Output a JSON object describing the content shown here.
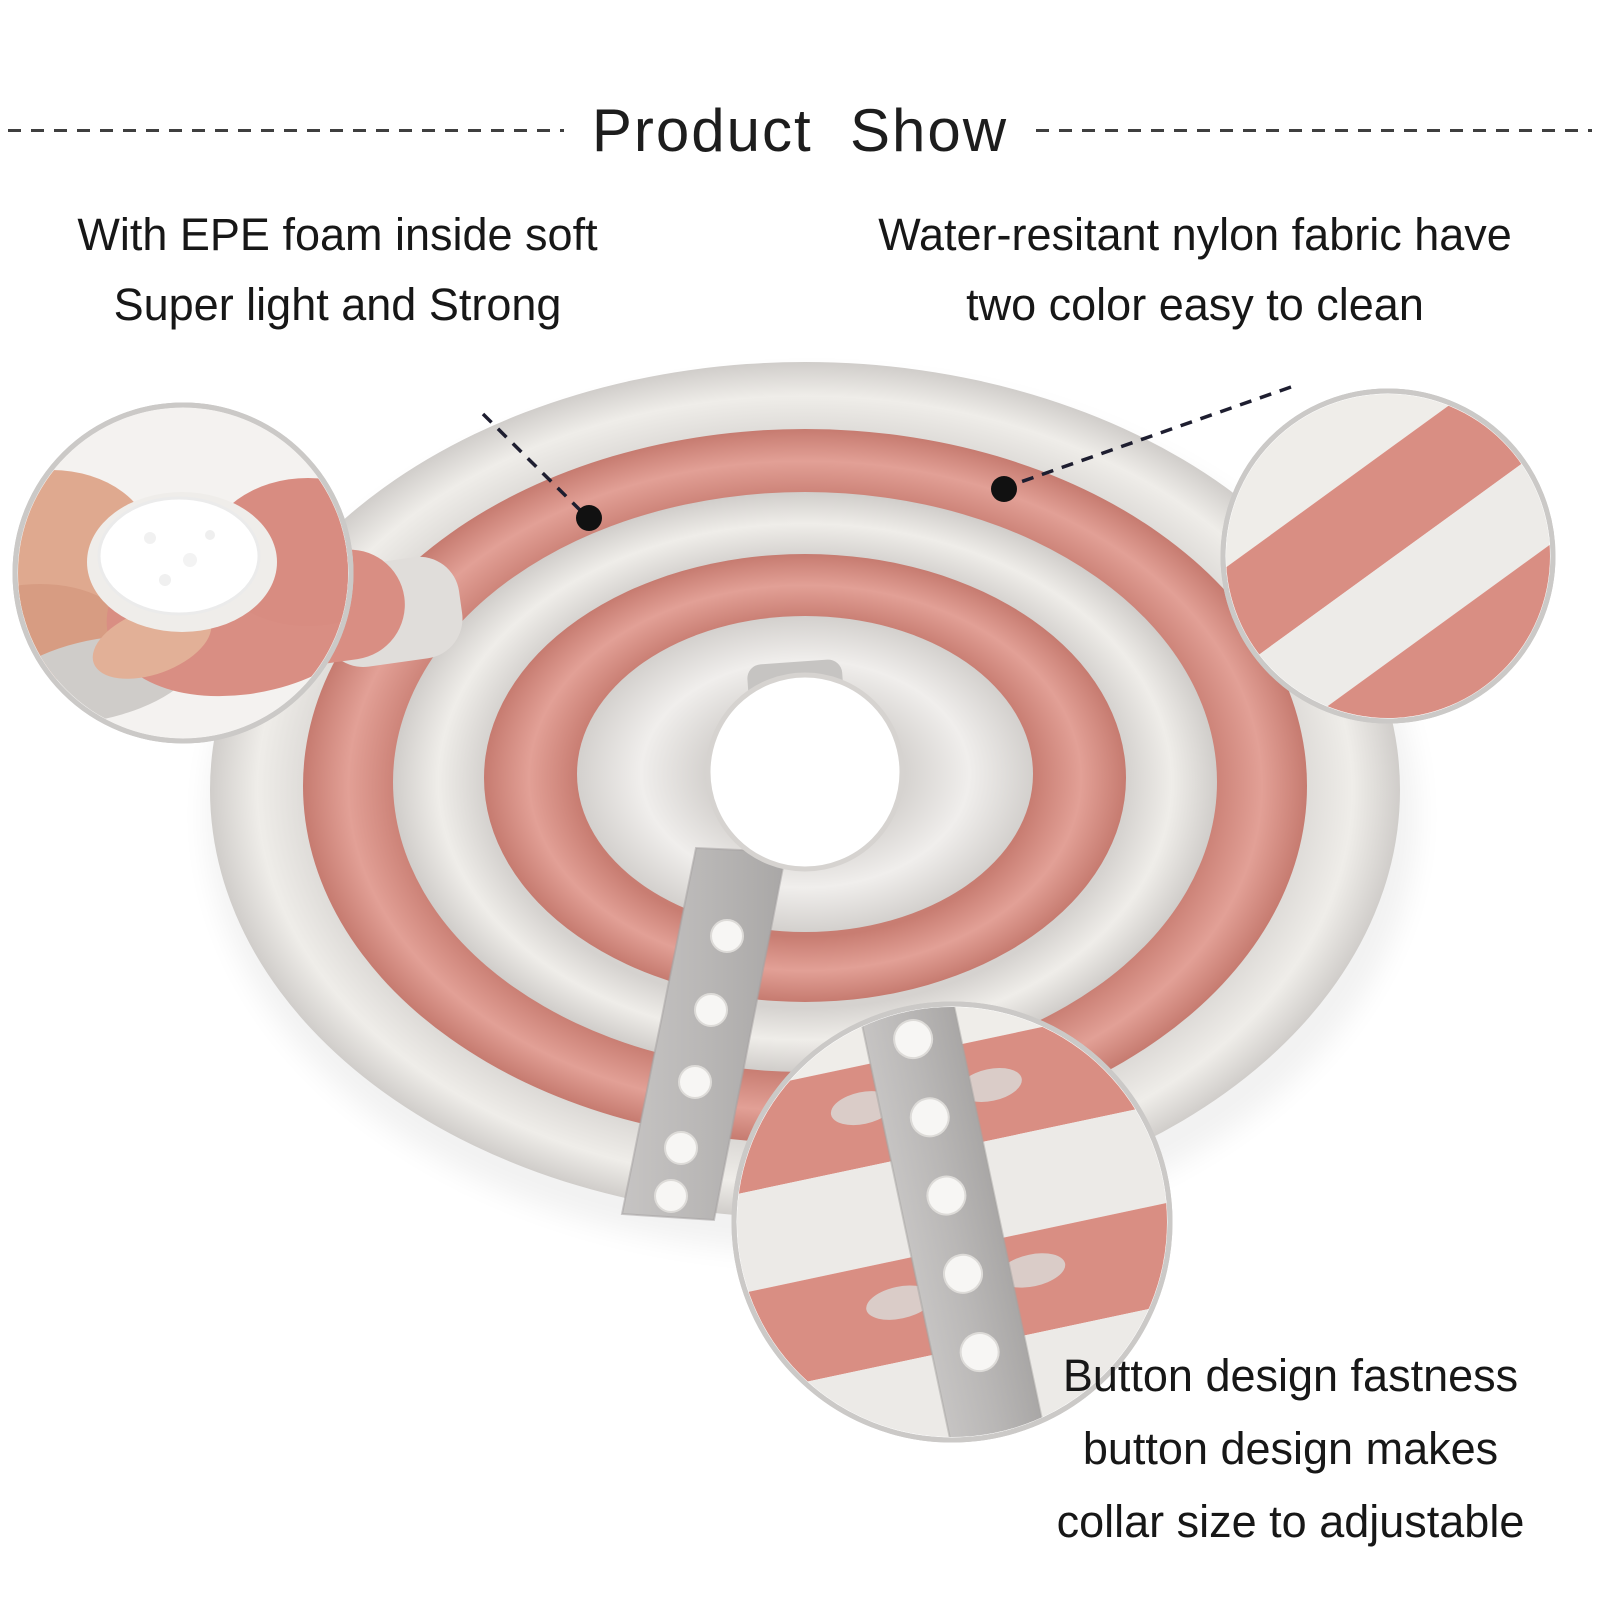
{
  "title": "Product  Show",
  "annotations": {
    "foam": {
      "line1": "With EPE foam inside soft",
      "line2": "Super light and Strong"
    },
    "fabric": {
      "line1": "Water-resitant nylon fabric have",
      "line2": "two color easy to clean"
    },
    "buttons": {
      "line1": "Button design fastness",
      "line2": "button design makes",
      "line3": "collar size to adjustable"
    }
  },
  "colors": {
    "background": "#ffffff",
    "text": "#1a1a1a",
    "dash_line": "#3f3f3f",
    "leader_line": "#1e1e30",
    "dot": "#111111",
    "pink": "#d98e83",
    "pink_light": "#e2a096",
    "pink_dark": "#c87d72",
    "ring_gray": "#e0ddda",
    "ring_gray_light": "#efede9",
    "ring_gray_dark": "#d0cdca",
    "strap_gray": "#b9b7b6",
    "button_white": "#f7f6f4",
    "callout_border": "#cbc9c7",
    "hand_skin": "#dfa98f",
    "foam_white": "#ffffff"
  }
}
